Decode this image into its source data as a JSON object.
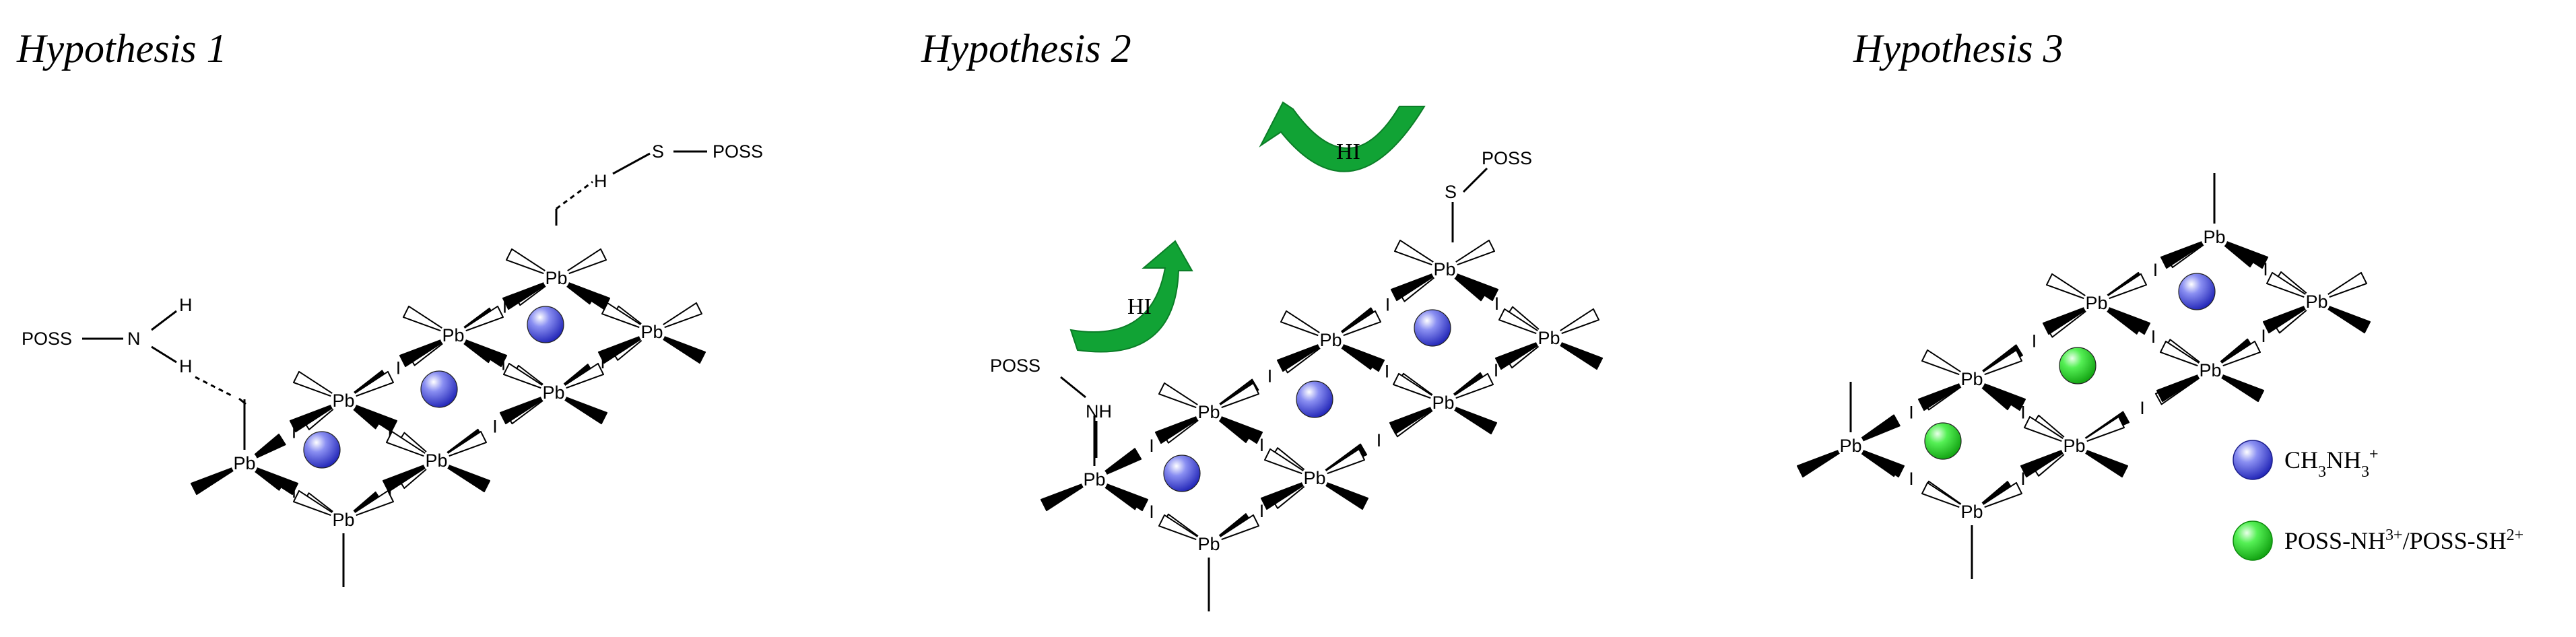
{
  "hypotheses": [
    {
      "title": "Hypothesis 1"
    },
    {
      "title": "Hypothesis 2"
    },
    {
      "title": "Hypothesis 3"
    }
  ],
  "atoms": {
    "lead": "Pb",
    "iodine": "I"
  },
  "labels": {
    "h1_poss_top": "POSS",
    "h1_sulfur": "S",
    "h1_hydrogen_top": "H",
    "h1_poss_left": "POSS",
    "h1_nitrogen": "N",
    "h1_hydrogen_a": "H",
    "h1_hydrogen_b": "H",
    "h2_hi_top": "HI",
    "h2_hi_left": "HI",
    "h2_poss_top": "POSS",
    "h2_sulfur": "S",
    "h2_poss_left": "POSS",
    "h2_nh": "NH"
  },
  "legend": {
    "blue": {
      "text": "CH3NH3+",
      "color": "#3a3fd8"
    },
    "green": {
      "text": "POSS-NH3+/POSS-SH2+",
      "color": "#22dd22"
    }
  },
  "colors": {
    "arrow": "#11a335",
    "bond": "#000000"
  },
  "icons": {
    "cation_sphere": "sphere-icon",
    "proton_transfer": "curved-arrow-icon"
  }
}
